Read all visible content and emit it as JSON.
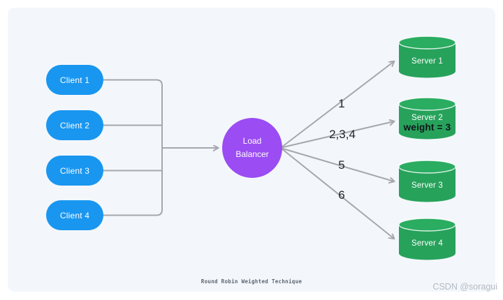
{
  "clients": {
    "color": "#1996f0",
    "items": [
      {
        "label": "Client 1"
      },
      {
        "label": "Client 2"
      },
      {
        "label": "Client 3"
      },
      {
        "label": "Client 4"
      }
    ]
  },
  "load_balancer": {
    "color": "#9b4cf3",
    "line1": "Load",
    "line2": "Balancer"
  },
  "servers": {
    "color": "#27a25b",
    "items": [
      {
        "label": "Server 1"
      },
      {
        "label": "Server 2",
        "weight": "weight = 3"
      },
      {
        "label": "Server 3"
      },
      {
        "label": "Server 4"
      }
    ]
  },
  "edges": {
    "line_color": "#a4a8ad",
    "labels": [
      "1",
      "2,3,4",
      "5",
      "6"
    ]
  },
  "caption": "Round Robin Weighted Technique",
  "watermark": "CSDN @soragui"
}
